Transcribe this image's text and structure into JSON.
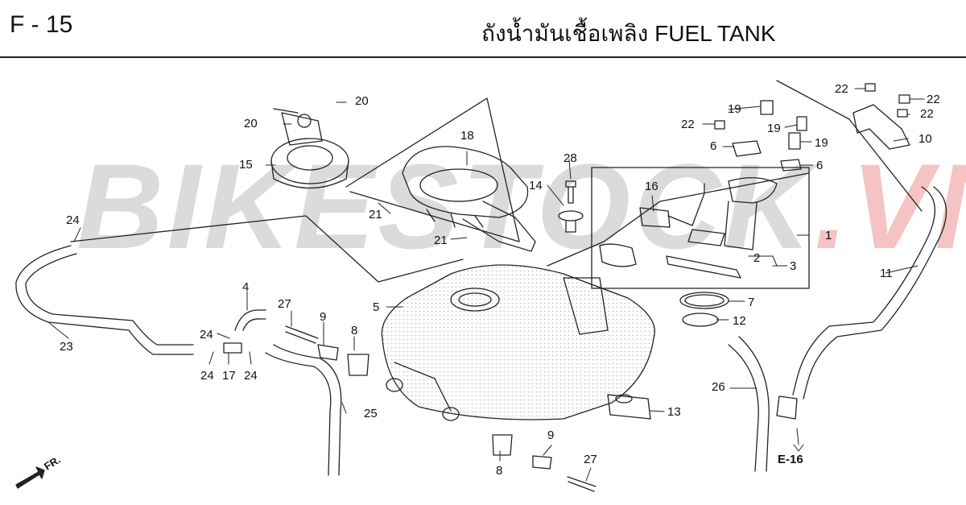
{
  "header": {
    "section_code": "F - 15",
    "title": "ถังน้ำมันเชื้อเพลิง  FUEL TANK"
  },
  "watermark": {
    "part1": "BIKESTOCK",
    "part2": ".VN"
  },
  "reference": "E-16",
  "direction_label": "FR.",
  "callouts": [
    "20",
    "20",
    "15",
    "18",
    "28",
    "14",
    "21",
    "21",
    "24",
    "4",
    "5",
    "23",
    "27",
    "9",
    "8",
    "24",
    "24",
    "17",
    "24",
    "25",
    "8",
    "9",
    "27",
    "13",
    "26",
    "11",
    "12",
    "7",
    "2",
    "3",
    "1",
    "16",
    "22",
    "19",
    "19",
    "19",
    "22",
    "6",
    "6",
    "22",
    "22",
    "10"
  ],
  "colors": {
    "line": "#222222",
    "accent": "#d82020"
  }
}
